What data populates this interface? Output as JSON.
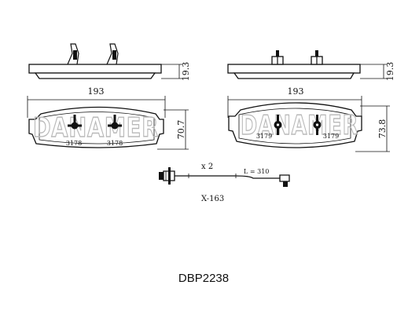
{
  "left_pad": {
    "width_label": "193",
    "height_label": "70.7",
    "thickness_label": "19.3",
    "part_left": "3178",
    "part_right": "3178",
    "watermark": "DANAMER"
  },
  "right_pad": {
    "width_label": "193",
    "height_label": "73.8",
    "thickness_label": "19.3",
    "part_left": "3179",
    "part_right": "3179",
    "watermark": "DANAMER"
  },
  "sensor": {
    "quantity_label": "x 2",
    "length_label": "L = 310",
    "code_label": "X-163"
  },
  "product_code": "DBP2238"
}
